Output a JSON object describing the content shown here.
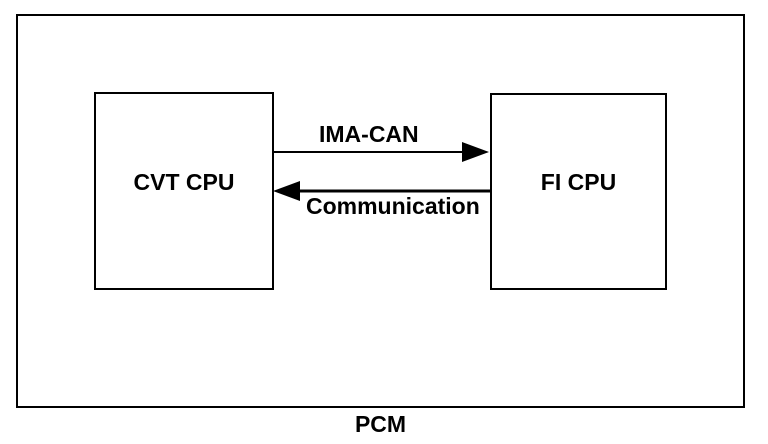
{
  "diagram": {
    "container_label": "PCM",
    "nodes": [
      {
        "id": "cvt-cpu",
        "label": "CVT CPU"
      },
      {
        "id": "fi-cpu",
        "label": "FI CPU"
      }
    ],
    "edges": [
      {
        "from": "cvt-cpu",
        "to": "fi-cpu",
        "label": "IMA-CAN",
        "direction": "right"
      },
      {
        "from": "fi-cpu",
        "to": "cvt-cpu",
        "label": "Communication",
        "direction": "left"
      }
    ],
    "colors": {
      "line": "#000000",
      "background": "#ffffff",
      "text": "#000000"
    }
  }
}
